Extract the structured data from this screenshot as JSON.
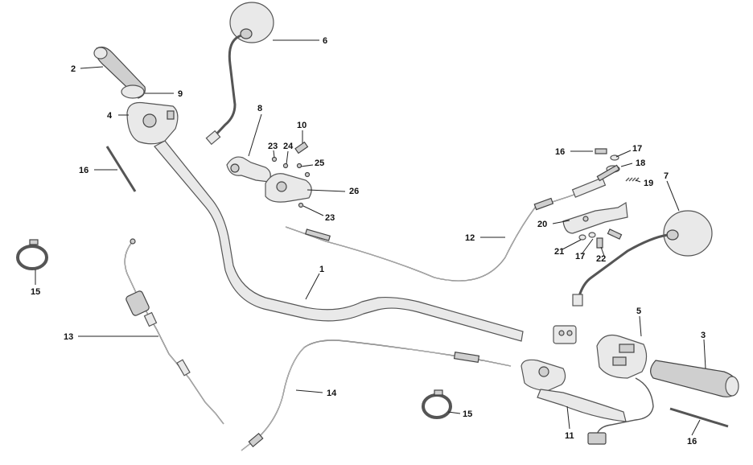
{
  "callouts": [
    {
      "id": "c1",
      "text": "1"
    },
    {
      "id": "c2",
      "text": "2"
    },
    {
      "id": "c3",
      "text": "3"
    },
    {
      "id": "c4",
      "text": "4"
    },
    {
      "id": "c5",
      "text": "5"
    },
    {
      "id": "c6",
      "text": "6"
    },
    {
      "id": "c7",
      "text": "7"
    },
    {
      "id": "c8",
      "text": "8"
    },
    {
      "id": "c9",
      "text": "9"
    },
    {
      "id": "c10",
      "text": "10"
    },
    {
      "id": "c11",
      "text": "11"
    },
    {
      "id": "c12",
      "text": "12"
    },
    {
      "id": "c13",
      "text": "13"
    },
    {
      "id": "c14",
      "text": "14"
    },
    {
      "id": "c15a",
      "text": "15"
    },
    {
      "id": "c15b",
      "text": "15"
    },
    {
      "id": "c16a",
      "text": "16"
    },
    {
      "id": "c16b",
      "text": "16"
    },
    {
      "id": "c16c",
      "text": "16"
    },
    {
      "id": "c17a",
      "text": "17"
    },
    {
      "id": "c17b",
      "text": "17"
    },
    {
      "id": "c18",
      "text": "18"
    },
    {
      "id": "c19",
      "text": "19"
    },
    {
      "id": "c20",
      "text": "20"
    },
    {
      "id": "c21",
      "text": "21"
    },
    {
      "id": "c22",
      "text": "22"
    },
    {
      "id": "c23a",
      "text": "23"
    },
    {
      "id": "c23b",
      "text": "23"
    },
    {
      "id": "c24",
      "text": "24"
    },
    {
      "id": "c25",
      "text": "25"
    },
    {
      "id": "c26",
      "text": "26"
    }
  ]
}
